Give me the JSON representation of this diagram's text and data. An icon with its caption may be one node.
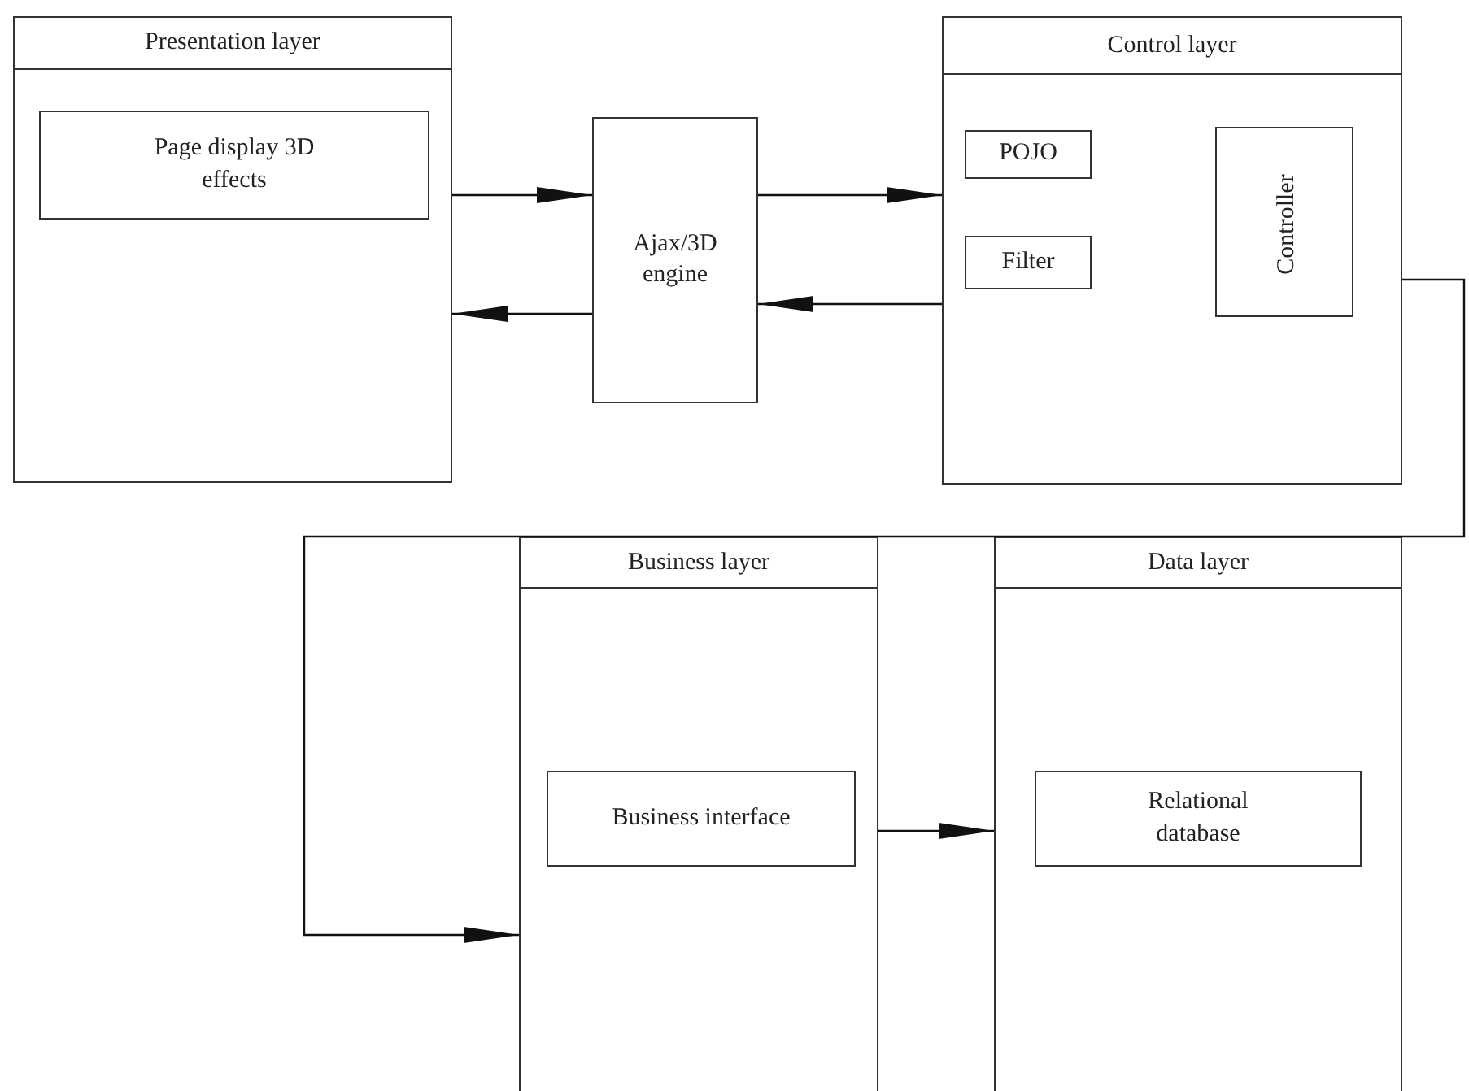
{
  "diagram": {
    "nodes": [
      {
        "text": [
          "Presentation layer"
        ]
      },
      {
        "text": [
          "Page display 3D effects"
        ],
        "in": 0
      },
      {
        "text": [
          "Ajax/3D engine"
        ]
      },
      {
        "text": [
          "Control layer"
        ]
      },
      {
        "text": [
          "POJO"
        ],
        "in": 3
      },
      {
        "text": [
          "Filter"
        ],
        "in": 3
      },
      {
        "text": [
          "Controller"
        ],
        "in": 3
      },
      {
        "text": [
          "Business layer"
        ]
      },
      {
        "text": [
          "Business interface"
        ],
        "in": 7
      },
      {
        "text": [
          "Data layer"
        ]
      },
      {
        "text": [
          "Relational database"
        ],
        "in": 9
      }
    ],
    "edges": [
      {
        "from": 0,
        "to": 2,
        "arrow": "to"
      },
      {
        "from": 2,
        "to": 0,
        "arrow": "to"
      },
      {
        "from": 2,
        "to": 3,
        "arrow": "to"
      },
      {
        "from": 3,
        "to": 2,
        "arrow": "to"
      },
      {
        "from": 6,
        "to": 7,
        "arrow": "to"
      },
      {
        "from": 7,
        "to": 9,
        "arrow": "to"
      }
    ]
  }
}
